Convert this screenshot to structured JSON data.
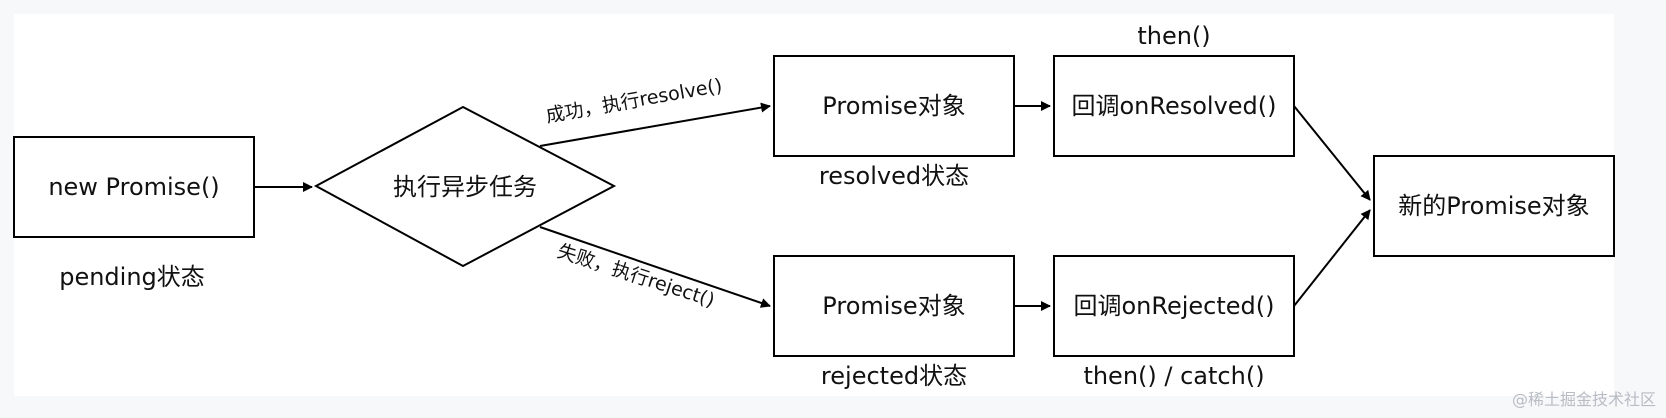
{
  "nodes": {
    "new_promise": "new Promise()",
    "async_task": "执行异步任务",
    "promise_resolved": "Promise对象",
    "promise_rejected": "Promise对象",
    "callback_resolved": "回调onResolved()",
    "callback_rejected": "回调onRejected()",
    "new_promise_object": "新的Promise对象"
  },
  "captions": {
    "pending": "pending状态",
    "resolved": "resolved状态",
    "rejected": "rejected状态",
    "then_top": "then()",
    "then_catch": "then() / catch()"
  },
  "edges": {
    "success": "成功，执行resolve()",
    "failure": "失败，执行reject()"
  },
  "watermark": "@稀土掘金技术社区"
}
